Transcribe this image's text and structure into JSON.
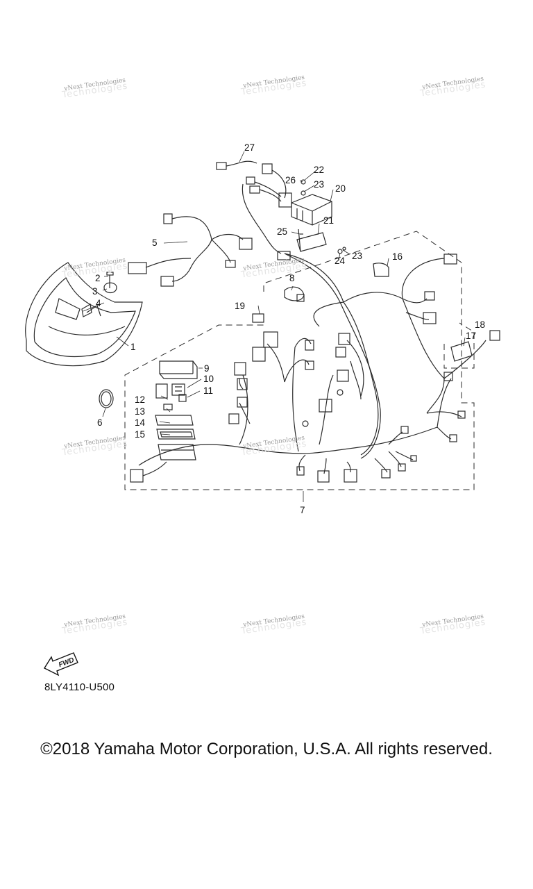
{
  "watermark_text": "vNext Technologies",
  "watermarks": [
    {
      "id": "wm-1"
    },
    {
      "id": "wm-2"
    },
    {
      "id": "wm-3"
    },
    {
      "id": "wm-4"
    },
    {
      "id": "wm-5"
    },
    {
      "id": "wm-6"
    },
    {
      "id": "wm-7"
    },
    {
      "id": "wm-8"
    },
    {
      "id": "wm-9"
    },
    {
      "id": "wm-10"
    }
  ],
  "callouts": [
    "1",
    "2",
    "3",
    "4",
    "5",
    "6",
    "7",
    "8",
    "9",
    "10",
    "11",
    "12",
    "13",
    "14",
    "15",
    "16",
    "17",
    "18",
    "19",
    "20",
    "21",
    "22",
    "23",
    "23",
    "24",
    "25",
    "26",
    "27"
  ],
  "fwd_label": "FWD",
  "diagram_code": "8LY4110-U500",
  "copyright": "©2018 Yamaha Motor Corporation, U.S.A. All rights reserved.",
  "colors": {
    "line": "#2a2a2a",
    "watermark": "#9a9a9a",
    "background": "#ffffff"
  }
}
